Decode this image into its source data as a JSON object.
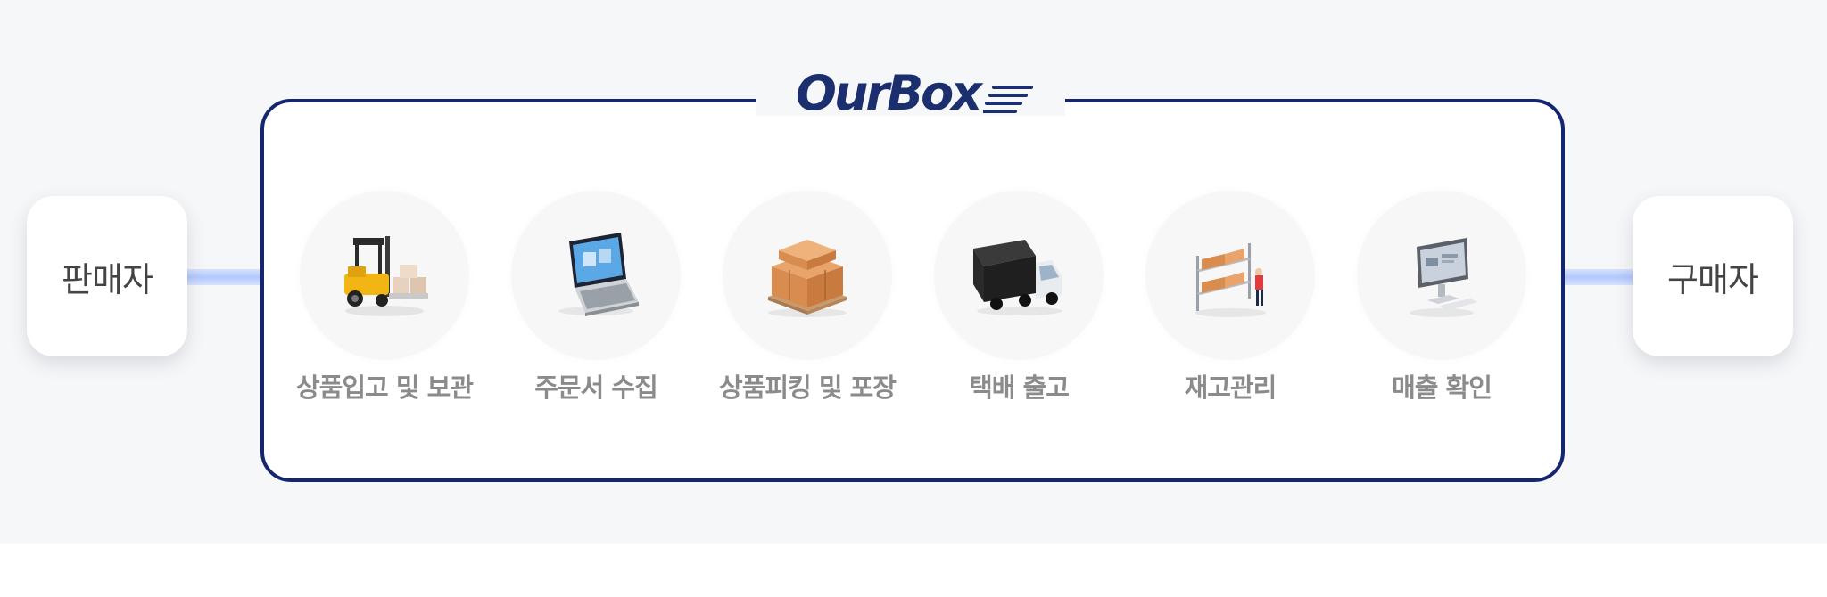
{
  "logo": {
    "text": "OurBox"
  },
  "parties": {
    "seller": "판매자",
    "buyer": "구매자"
  },
  "steps": [
    {
      "label": "상품입고 및 보관",
      "icon": "forklift-icon"
    },
    {
      "label": "주문서 수집",
      "icon": "laptop-icon"
    },
    {
      "label": "상품피킹 및 포장",
      "icon": "boxes-pallet-icon"
    },
    {
      "label": "택배 출고",
      "icon": "delivery-truck-icon"
    },
    {
      "label": "재고관리",
      "icon": "warehouse-shelf-icon"
    },
    {
      "label": "매출 확인",
      "icon": "monitor-icon"
    }
  ],
  "colors": {
    "frame": "#14276e",
    "logo": "#1b2f6e",
    "flow_line": "#aac3ff",
    "box": "#d98c4f"
  }
}
